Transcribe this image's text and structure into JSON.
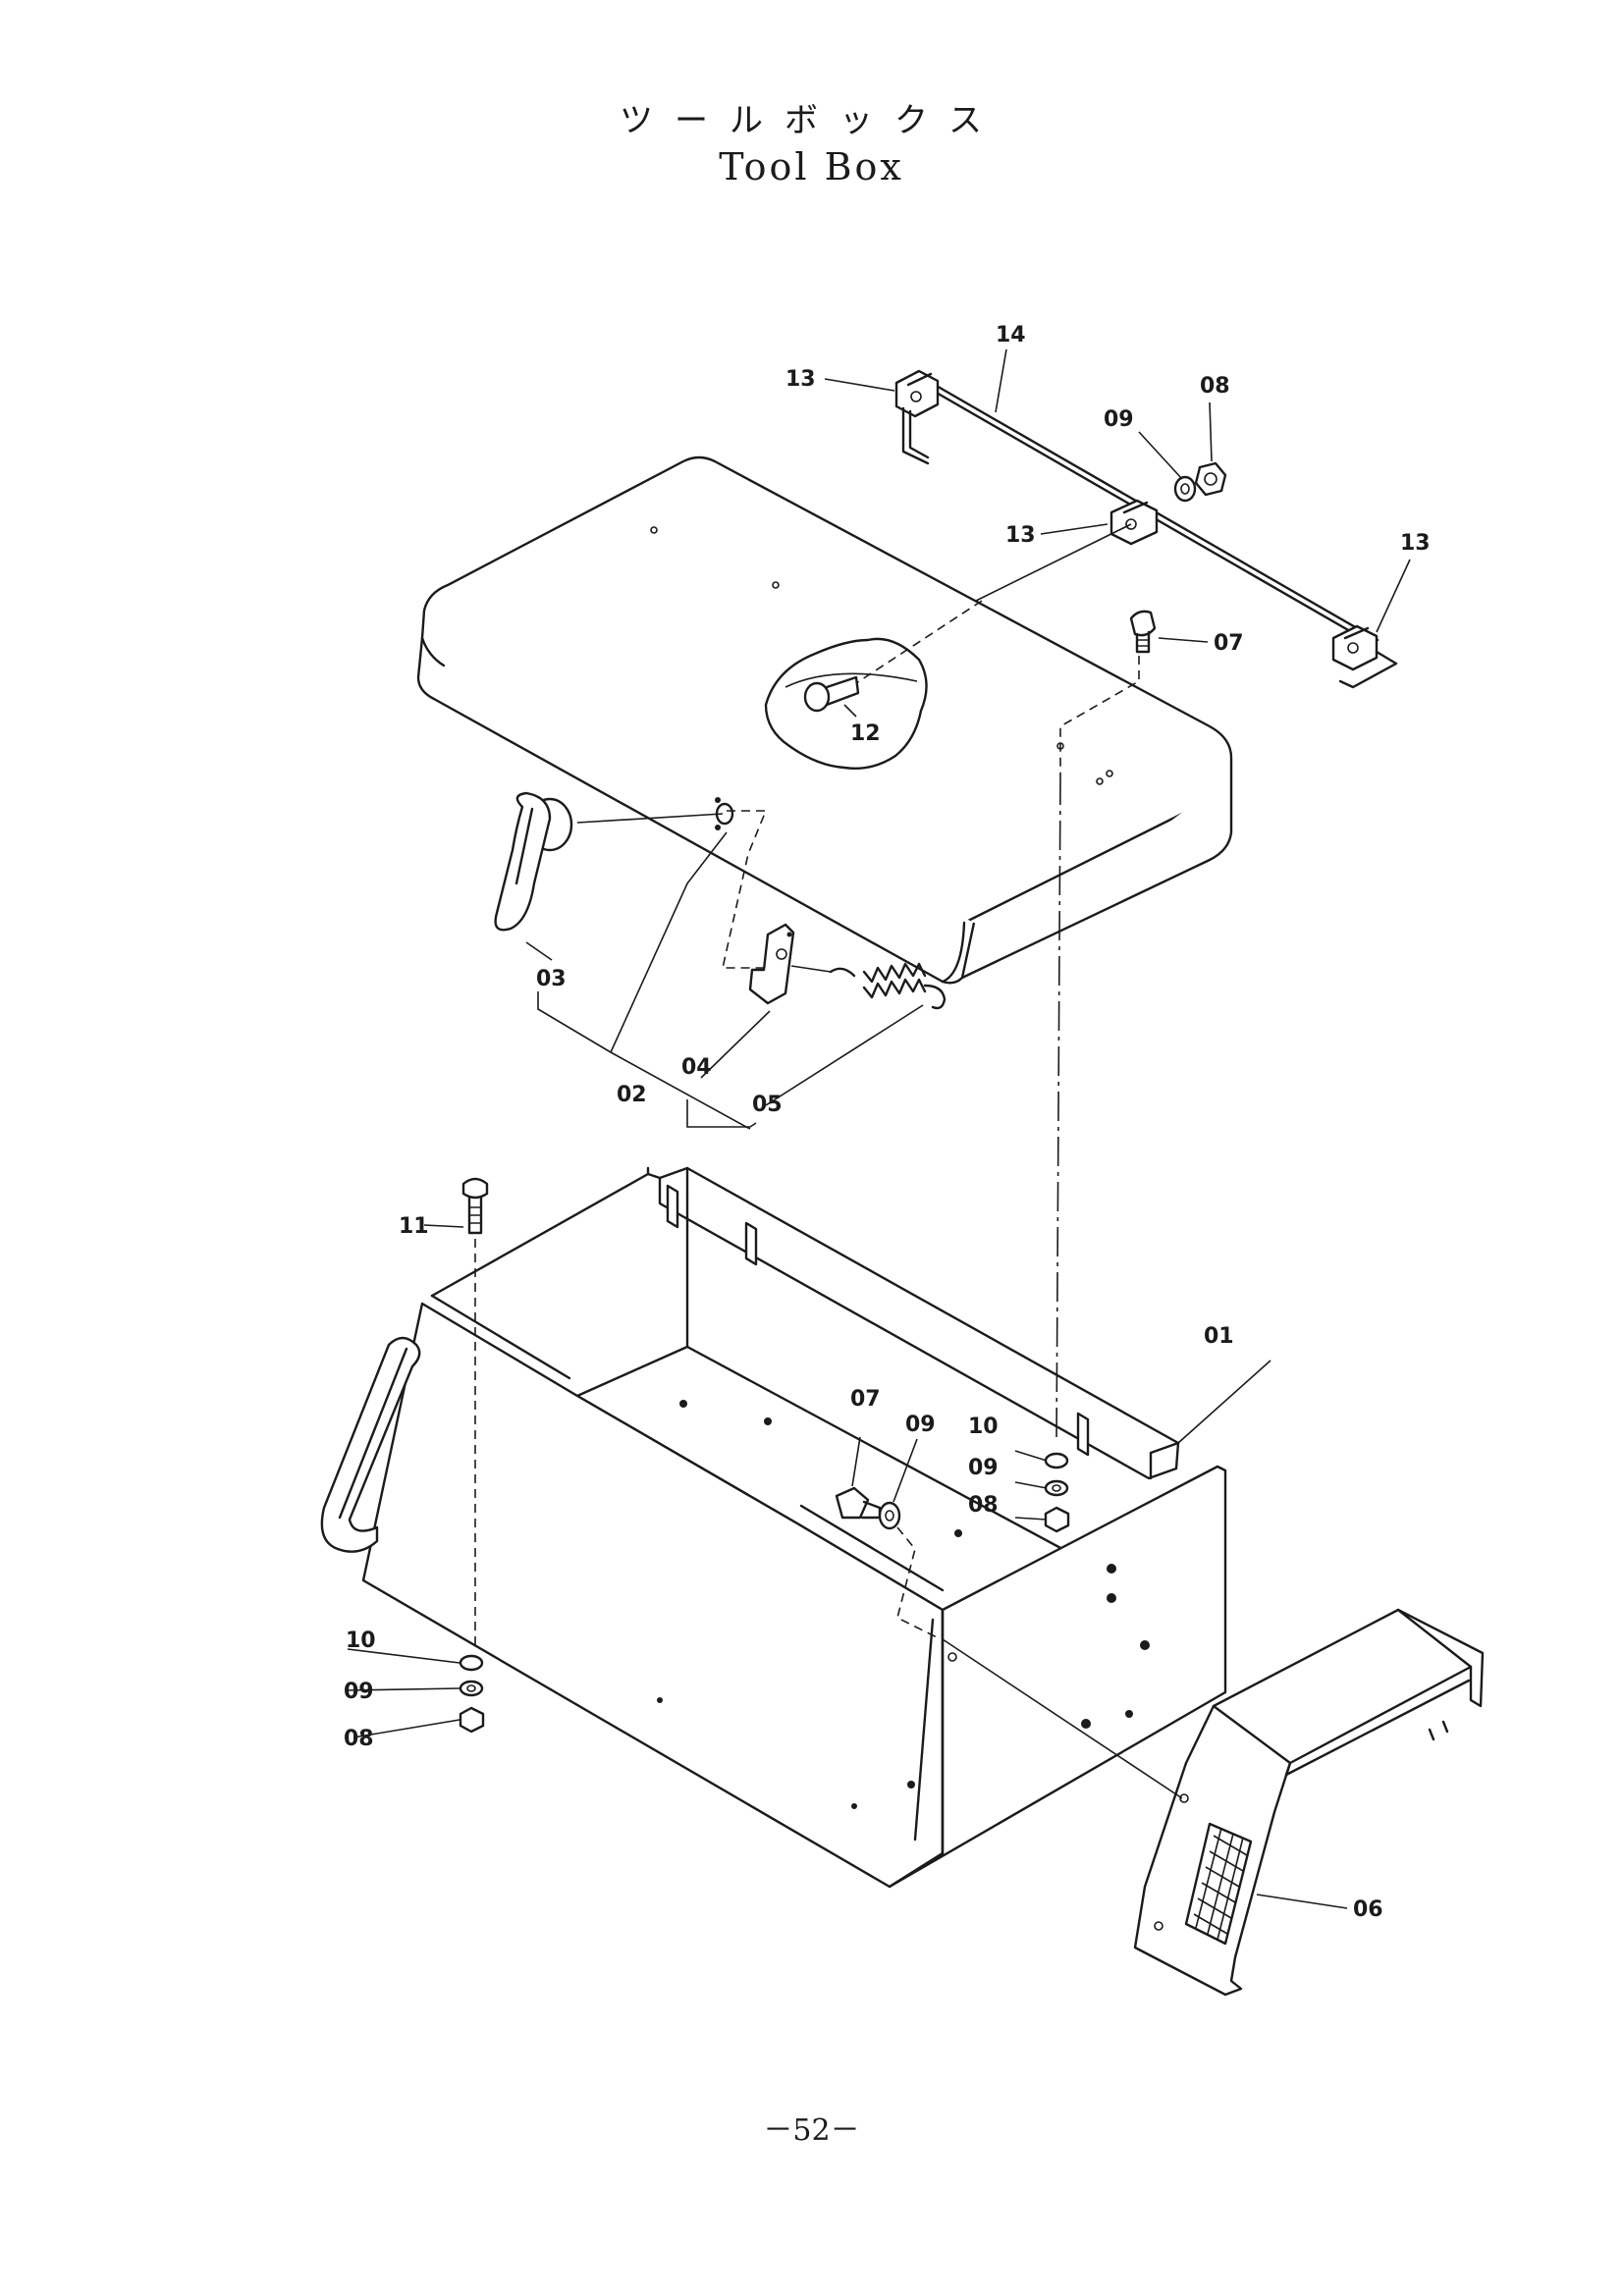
{
  "title": {
    "jp": "ツールボックス",
    "en": "Tool Box"
  },
  "page_number": "－52－",
  "callouts": {
    "p01": "01",
    "p02": "02",
    "p03": "03",
    "p04": "04",
    "p05": "05",
    "p06": "06",
    "p07_lid": "07",
    "p07_box": "07",
    "p08_rod": "08",
    "p08_right": "08",
    "p08_left": "08",
    "p09_rod": "09",
    "p09_mid": "09",
    "p09_right": "09",
    "p09_left": "09",
    "p10_right": "10",
    "p10_left": "10",
    "p11": "11",
    "p12": "12",
    "p13_top": "13",
    "p13_mid": "13",
    "p13_right": "13",
    "p14": "14"
  }
}
